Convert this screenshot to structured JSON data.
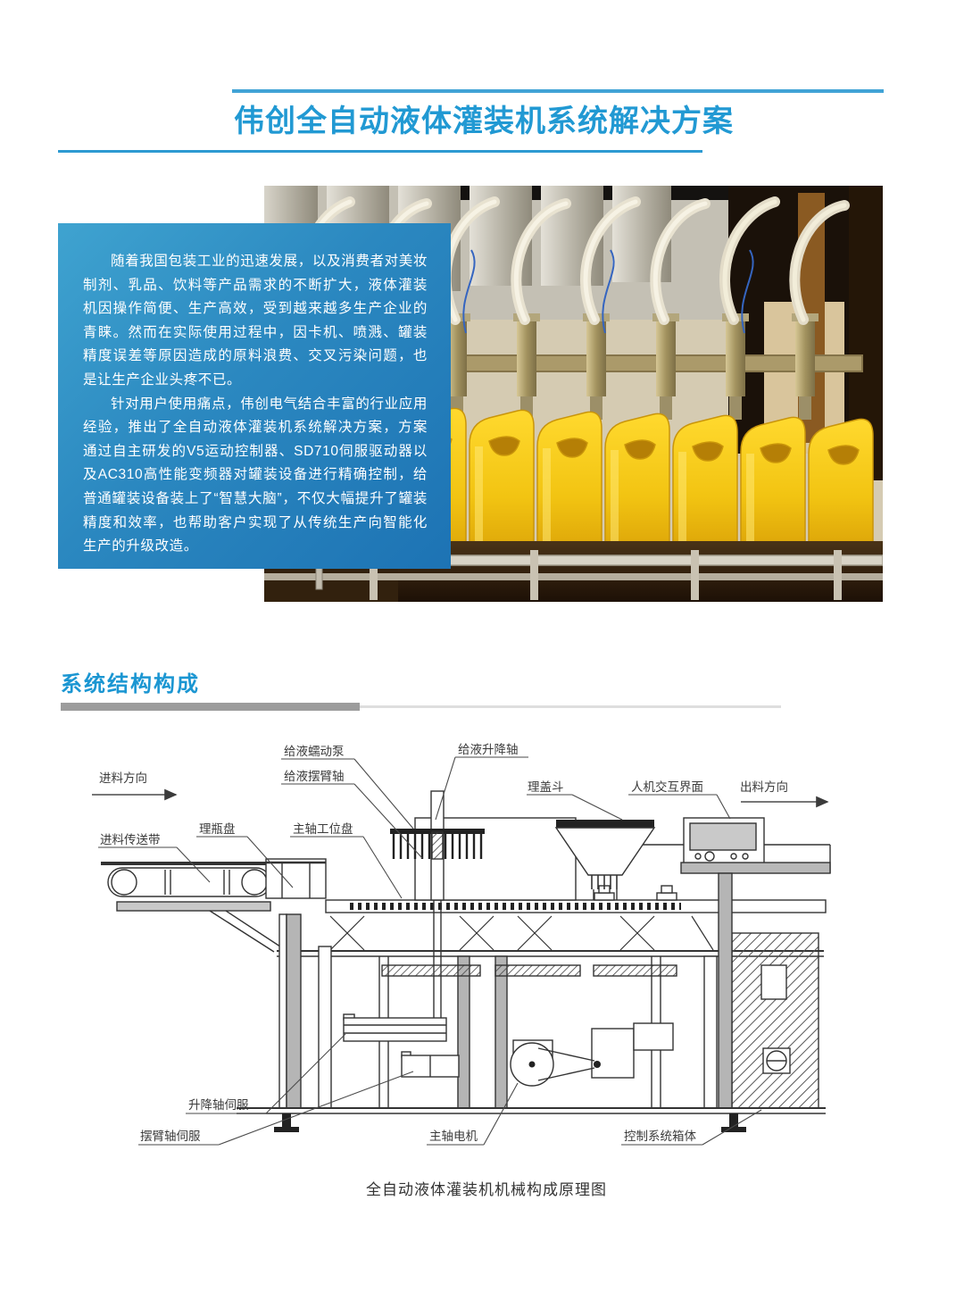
{
  "header": {
    "title": "伟创全自动液体灌装机系统解决方案"
  },
  "intro": {
    "p1": "随着我国包装工业的迅速发展，以及消费者对美妆制剂、乳品、饮料等产品需求的不断扩大，液体灌装机因操作简便、生产高效，受到越来越多生产企业的青睐。然而在实际使用过程中，因卡机、喷溅、罐装精度误差等原因造成的原料浪费、交叉污染问题，也是让生产企业头疼不已。",
    "p2": "针对用户使用痛点，伟创电气结合丰富的行业应用经验，推出了全自动液体灌装机系统解决方案，方案通过自主研发的V5运动控制器、SD710伺服驱动器以及AC310高性能变频器对罐装设备进行精确控制，给普通罐装设备装上了“智慧大脑”，不仅大幅提升了罐装精度和效率，也帮助客户实现了从传统生产向智能化生产的升级改造。"
  },
  "section": {
    "title": "系统结构构成"
  },
  "diagram": {
    "labels": {
      "feed_direction": "进料方向",
      "feed_conveyor": "进料传送带",
      "bottle_plate": "理瓶盘",
      "pump": "给液蠕动泵",
      "swing_axis": "给液摆臂轴",
      "lift_axis": "给液升降轴",
      "spindle_dial": "主轴工位盘",
      "cap_hopper": "理盖斗",
      "hmi": "人机交互界面",
      "out_direction": "出料方向",
      "lift_servo": "升降轴伺服",
      "swing_servo": "摆臂轴伺服",
      "spindle_motor": "主轴电机",
      "control_box": "控制系统箱体"
    },
    "caption": "全自动液体灌装机机械构成原理图"
  },
  "colors": {
    "accent_blue": "#2199d3",
    "panel_gradient_start": "#3fa3d0",
    "panel_gradient_end": "#1d73b4",
    "section_bar_gray": "#9c9c9c",
    "jug_yellow": "#f2c412"
  }
}
